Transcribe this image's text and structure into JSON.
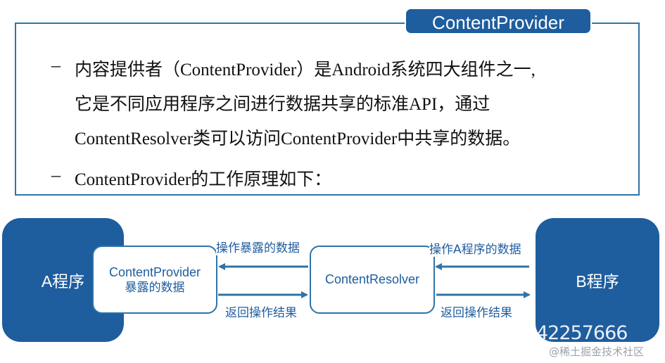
{
  "header": {
    "title": "ContentProvider"
  },
  "bullets": {
    "dash_symbol": "–",
    "item1_line1": "内容提供者（ContentProvider）是Android系统四大组件之一,",
    "item1_line2": "它是不同应用程序之间进行数据共享的标准API，通过",
    "item1_line3": "ContentResolver类可以访问ContentProvider中共享的数据。",
    "item2_line1": "ContentProvider的工作原理如下："
  },
  "diagram": {
    "app_a_label": "A程序",
    "app_b_label": "B程序",
    "provider_title": "ContentProvider",
    "provider_subtitle": "暴露的数据",
    "resolver_label": "ContentResolver",
    "edge_top_left": "操作暴露的数据",
    "edge_bottom_left": "返回操作结果",
    "edge_top_right": "操作A程序的数据",
    "edge_bottom_right": "返回操作结果"
  },
  "watermark": {
    "number": "42257666",
    "site": "@稀土掘金技术社区"
  },
  "colors": {
    "accent_blue": "#1e5d9e",
    "border_blue": "#2e74a8"
  }
}
